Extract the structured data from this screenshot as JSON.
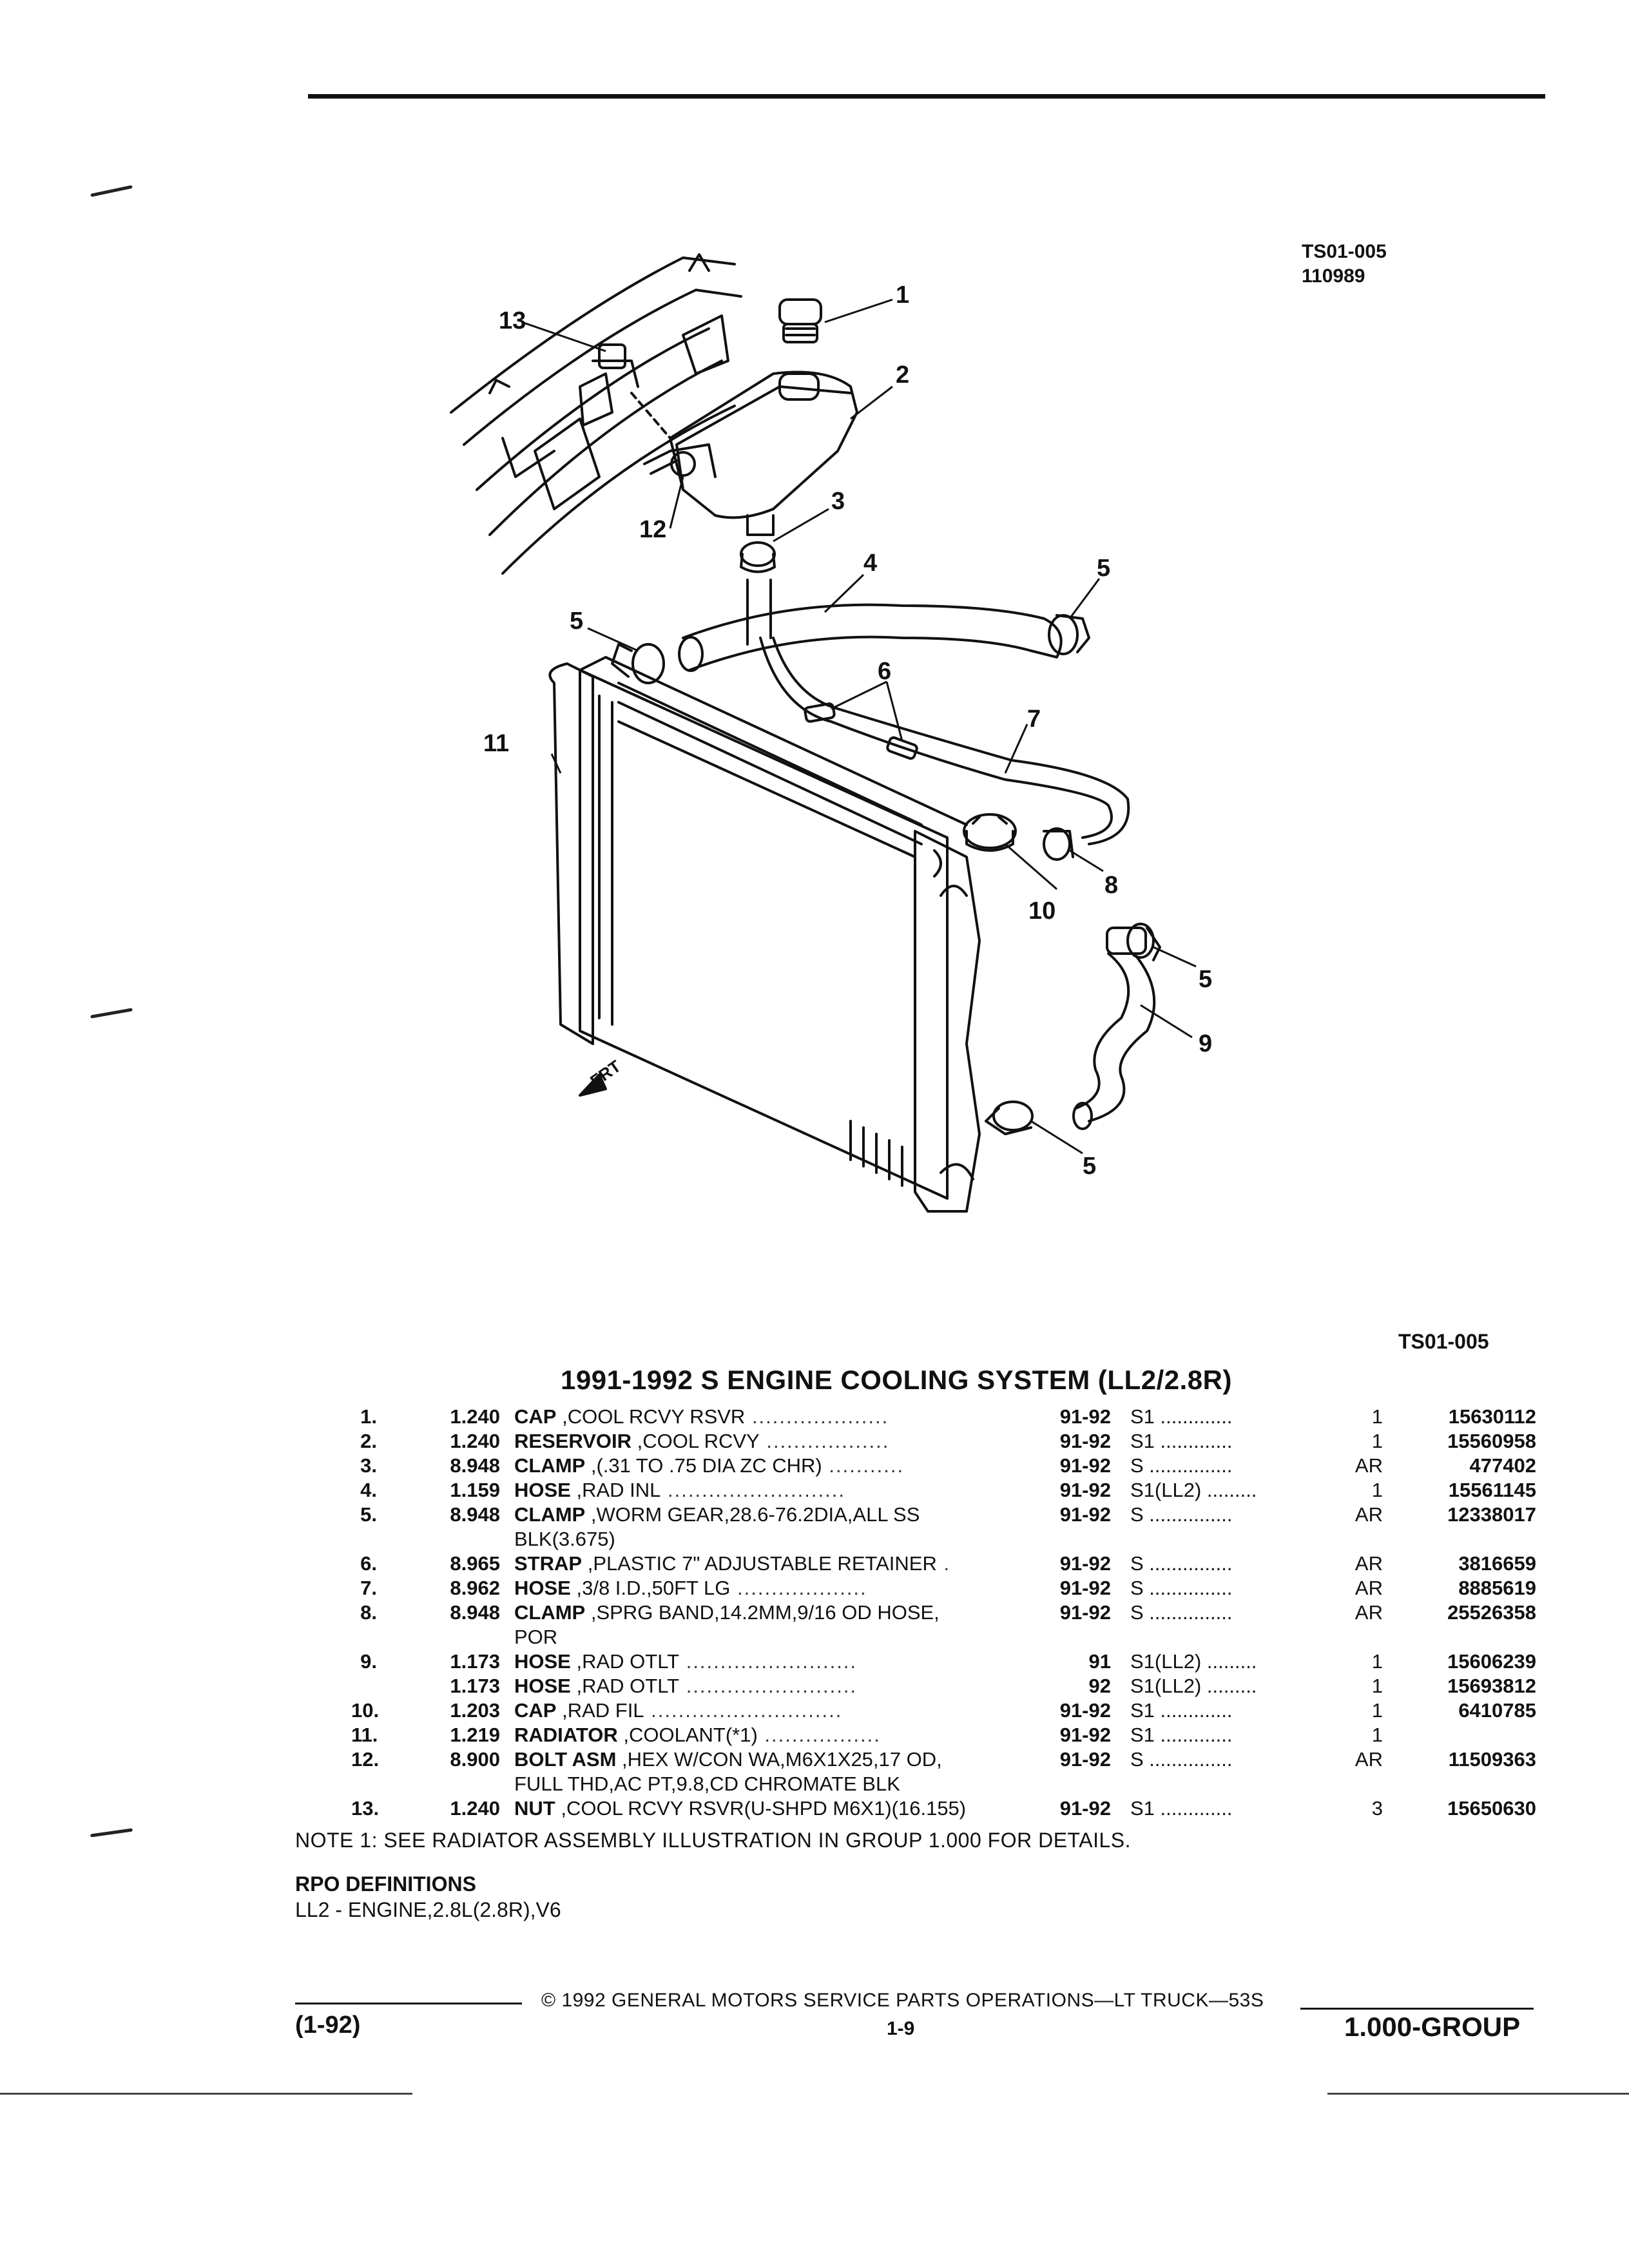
{
  "header": {
    "ref_code": "TS01-005",
    "ref_date": "110989"
  },
  "diagram": {
    "callouts": [
      "1",
      "2",
      "3",
      "4",
      "5",
      "5",
      "6",
      "7",
      "8",
      "9",
      "10",
      "11",
      "12",
      "13",
      "5",
      "5"
    ],
    "direction_label": "FRT"
  },
  "section": {
    "ref_code": "TS01-005",
    "title": "1991-1992 S ENGINE COOLING SYSTEM (LL2/2.8R)"
  },
  "parts": [
    {
      "no": "1.",
      "grp": "1.240",
      "name": "CAP",
      "desc": ",COOL RCVY RSVR",
      "lead": " ....................",
      "yr": "91-92",
      "model": "S1",
      "mlead": " .............",
      "qty": "1",
      "pn": "15630112"
    },
    {
      "no": "2.",
      "grp": "1.240",
      "name": "RESERVOIR",
      "desc": ",COOL RCVY",
      "lead": " ..................",
      "yr": "91-92",
      "model": "S1",
      "mlead": " .............",
      "qty": "1",
      "pn": "15560958"
    },
    {
      "no": "3.",
      "grp": "8.948",
      "name": "CLAMP",
      "desc": ",(.31 TO .75 DIA ZC CHR)",
      "lead": " ...........",
      "yr": "91-92",
      "model": "S",
      "mlead": " ...............",
      "qty": "AR",
      "pn": "477402"
    },
    {
      "no": "4.",
      "grp": "1.159",
      "name": "HOSE",
      "desc": ",RAD INL",
      "lead": " ..........................",
      "yr": "91-92",
      "model": "S1(LL2)",
      "mlead": " .........",
      "qty": "1",
      "pn": "15561145"
    },
    {
      "no": "5.",
      "grp": "8.948",
      "name": "CLAMP",
      "desc": ",WORM GEAR,28.6-76.2DIA,ALL SS",
      "lead": "",
      "yr": "91-92",
      "model": "S",
      "mlead": " ...............",
      "qty": "AR",
      "pn": "12338017"
    },
    {
      "no": "",
      "grp": "",
      "name": "",
      "desc": "BLK(3.675)",
      "lead": "",
      "yr": "",
      "model": "",
      "mlead": "",
      "qty": "",
      "pn": ""
    },
    {
      "no": "6.",
      "grp": "8.965",
      "name": "STRAP",
      "desc": ",PLASTIC 7\" ADJUSTABLE RETAINER",
      "lead": " .",
      "yr": "91-92",
      "model": "S",
      "mlead": " ...............",
      "qty": "AR",
      "pn": "3816659"
    },
    {
      "no": "7.",
      "grp": "8.962",
      "name": "HOSE",
      "desc": ",3/8 I.D.,50FT LG",
      "lead": " ...................",
      "yr": "91-92",
      "model": "S",
      "mlead": " ...............",
      "qty": "AR",
      "pn": "8885619"
    },
    {
      "no": "8.",
      "grp": "8.948",
      "name": "CLAMP",
      "desc": ",SPRG BAND,14.2MM,9/16 OD HOSE,",
      "lead": "",
      "yr": "91-92",
      "model": "S",
      "mlead": " ...............",
      "qty": "AR",
      "pn": "25526358"
    },
    {
      "no": "",
      "grp": "",
      "name": "",
      "desc": "POR",
      "lead": "",
      "yr": "",
      "model": "",
      "mlead": "",
      "qty": "",
      "pn": ""
    },
    {
      "no": "9.",
      "grp": "1.173",
      "name": "HOSE",
      "desc": ",RAD OTLT",
      "lead": " .........................",
      "yr": "91",
      "model": "S1(LL2)",
      "mlead": " .........",
      "qty": "1",
      "pn": "15606239"
    },
    {
      "no": "",
      "grp": "1.173",
      "name": "HOSE",
      "desc": ",RAD OTLT",
      "lead": " .........................",
      "yr": "92",
      "model": "S1(LL2)",
      "mlead": " .........",
      "qty": "1",
      "pn": "15693812"
    },
    {
      "no": "10.",
      "grp": "1.203",
      "name": "CAP",
      "desc": ",RAD FIL",
      "lead": " ............................",
      "yr": "91-92",
      "model": "S1",
      "mlead": " .............",
      "qty": "1",
      "pn": "6410785"
    },
    {
      "no": "11.",
      "grp": "1.219",
      "name": "RADIATOR",
      "desc": ",COOLANT(*1)",
      "lead": " .................",
      "yr": "91-92",
      "model": "S1",
      "mlead": " .............",
      "qty": "1",
      "pn": ""
    },
    {
      "no": "12.",
      "grp": "8.900",
      "name": "BOLT ASM",
      "desc": ",HEX W/CON WA,M6X1X25,17 OD,",
      "lead": "",
      "yr": "91-92",
      "model": "S",
      "mlead": " ...............",
      "qty": "AR",
      "pn": "11509363"
    },
    {
      "no": "",
      "grp": "",
      "name": "",
      "desc": "FULL THD,AC PT,9.8,CD CHROMATE BLK",
      "lead": "",
      "yr": "",
      "model": "",
      "mlead": "",
      "qty": "",
      "pn": ""
    },
    {
      "no": "13.",
      "grp": "1.240",
      "name": "NUT",
      "desc": ",COOL RCVY RSVR(U-SHPD M6X1)(16.155)",
      "lead": "",
      "yr": "91-92",
      "model": "S1",
      "mlead": " .............",
      "qty": "3",
      "pn": "15650630"
    }
  ],
  "note": "NOTE  1:  SEE RADIATOR ASSEMBLY ILLUSTRATION IN GROUP 1.000 FOR DETAILS.",
  "rpo": {
    "heading": "RPO DEFINITIONS",
    "text": "LL2 - ENGINE,2.8L(2.8R),V6"
  },
  "footer": {
    "copyright": "©  1992  GENERAL MOTORS SERVICE PARTS OPERATIONS—LT TRUCK—53S",
    "edition": "(1-92)",
    "page": "1-9",
    "group": "1.000-GROUP"
  }
}
